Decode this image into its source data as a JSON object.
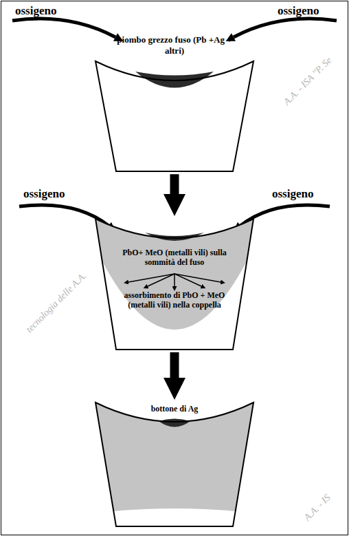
{
  "diagram": {
    "nodes": [
      {
        "text": [
          "piombo grezzo fuso (Pb +Ag + altri)"
        ]
      },
      {
        "text": [
          "PbO+ MeO (metalli vili) sulla sommità del fuso",
          "assorbimento di PbO + MeO (metalli vili) nella coppella"
        ]
      },
      {
        "text": [
          "bottone di Ag"
        ]
      }
    ],
    "edges": [
      {
        "from": 0,
        "to": 1,
        "arrow": "to"
      },
      {
        "from": 1,
        "to": 2,
        "arrow": "to"
      }
    ],
    "labels": [
      "ossigeno",
      "ossigeno",
      "ossigeno",
      "ossigeno",
      "A.A. - ISA \"P. Se",
      "tecnologia delle A.A.",
      "A.A. - IS"
    ]
  }
}
